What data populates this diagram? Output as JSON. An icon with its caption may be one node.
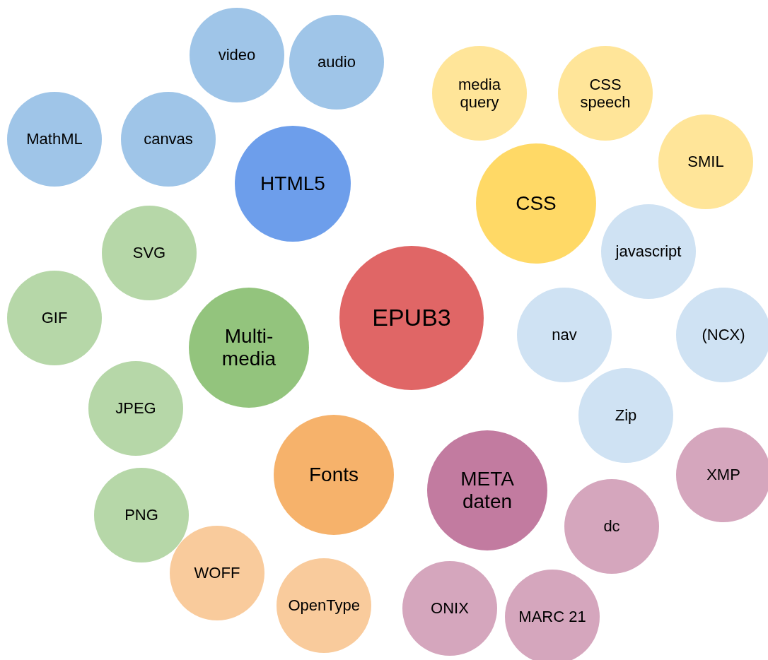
{
  "diagram": {
    "nodes": [
      {
        "text": [
          "video"
        ]
      },
      {
        "text": [
          "audio"
        ]
      },
      {
        "text": [
          "media query"
        ]
      },
      {
        "text": [
          "CSS speech"
        ]
      },
      {
        "text": [
          "MathML"
        ]
      },
      {
        "text": [
          "canvas"
        ]
      },
      {
        "text": [
          "HTML5"
        ]
      },
      {
        "text": [
          "CSS"
        ]
      },
      {
        "text": [
          "SMIL"
        ]
      },
      {
        "text": [
          "SVG"
        ]
      },
      {
        "text": [
          "javascript"
        ]
      },
      {
        "text": [
          "GIF"
        ]
      },
      {
        "text": [
          "EPUB3"
        ]
      },
      {
        "text": [
          "Multi-media"
        ]
      },
      {
        "text": [
          "nav"
        ]
      },
      {
        "text": [
          "(NCX)"
        ]
      },
      {
        "text": [
          "JPEG"
        ]
      },
      {
        "text": [
          "Zip"
        ]
      },
      {
        "text": [
          "Fonts"
        ]
      },
      {
        "text": [
          "META daten"
        ]
      },
      {
        "text": [
          "XMP"
        ]
      },
      {
        "text": [
          "PNG"
        ]
      },
      {
        "text": [
          "dc"
        ]
      },
      {
        "text": [
          "WOFF"
        ]
      },
      {
        "text": [
          "OpenType"
        ]
      },
      {
        "text": [
          "ONIX"
        ]
      },
      {
        "text": [
          "MARC 21"
        ]
      }
    ]
  }
}
